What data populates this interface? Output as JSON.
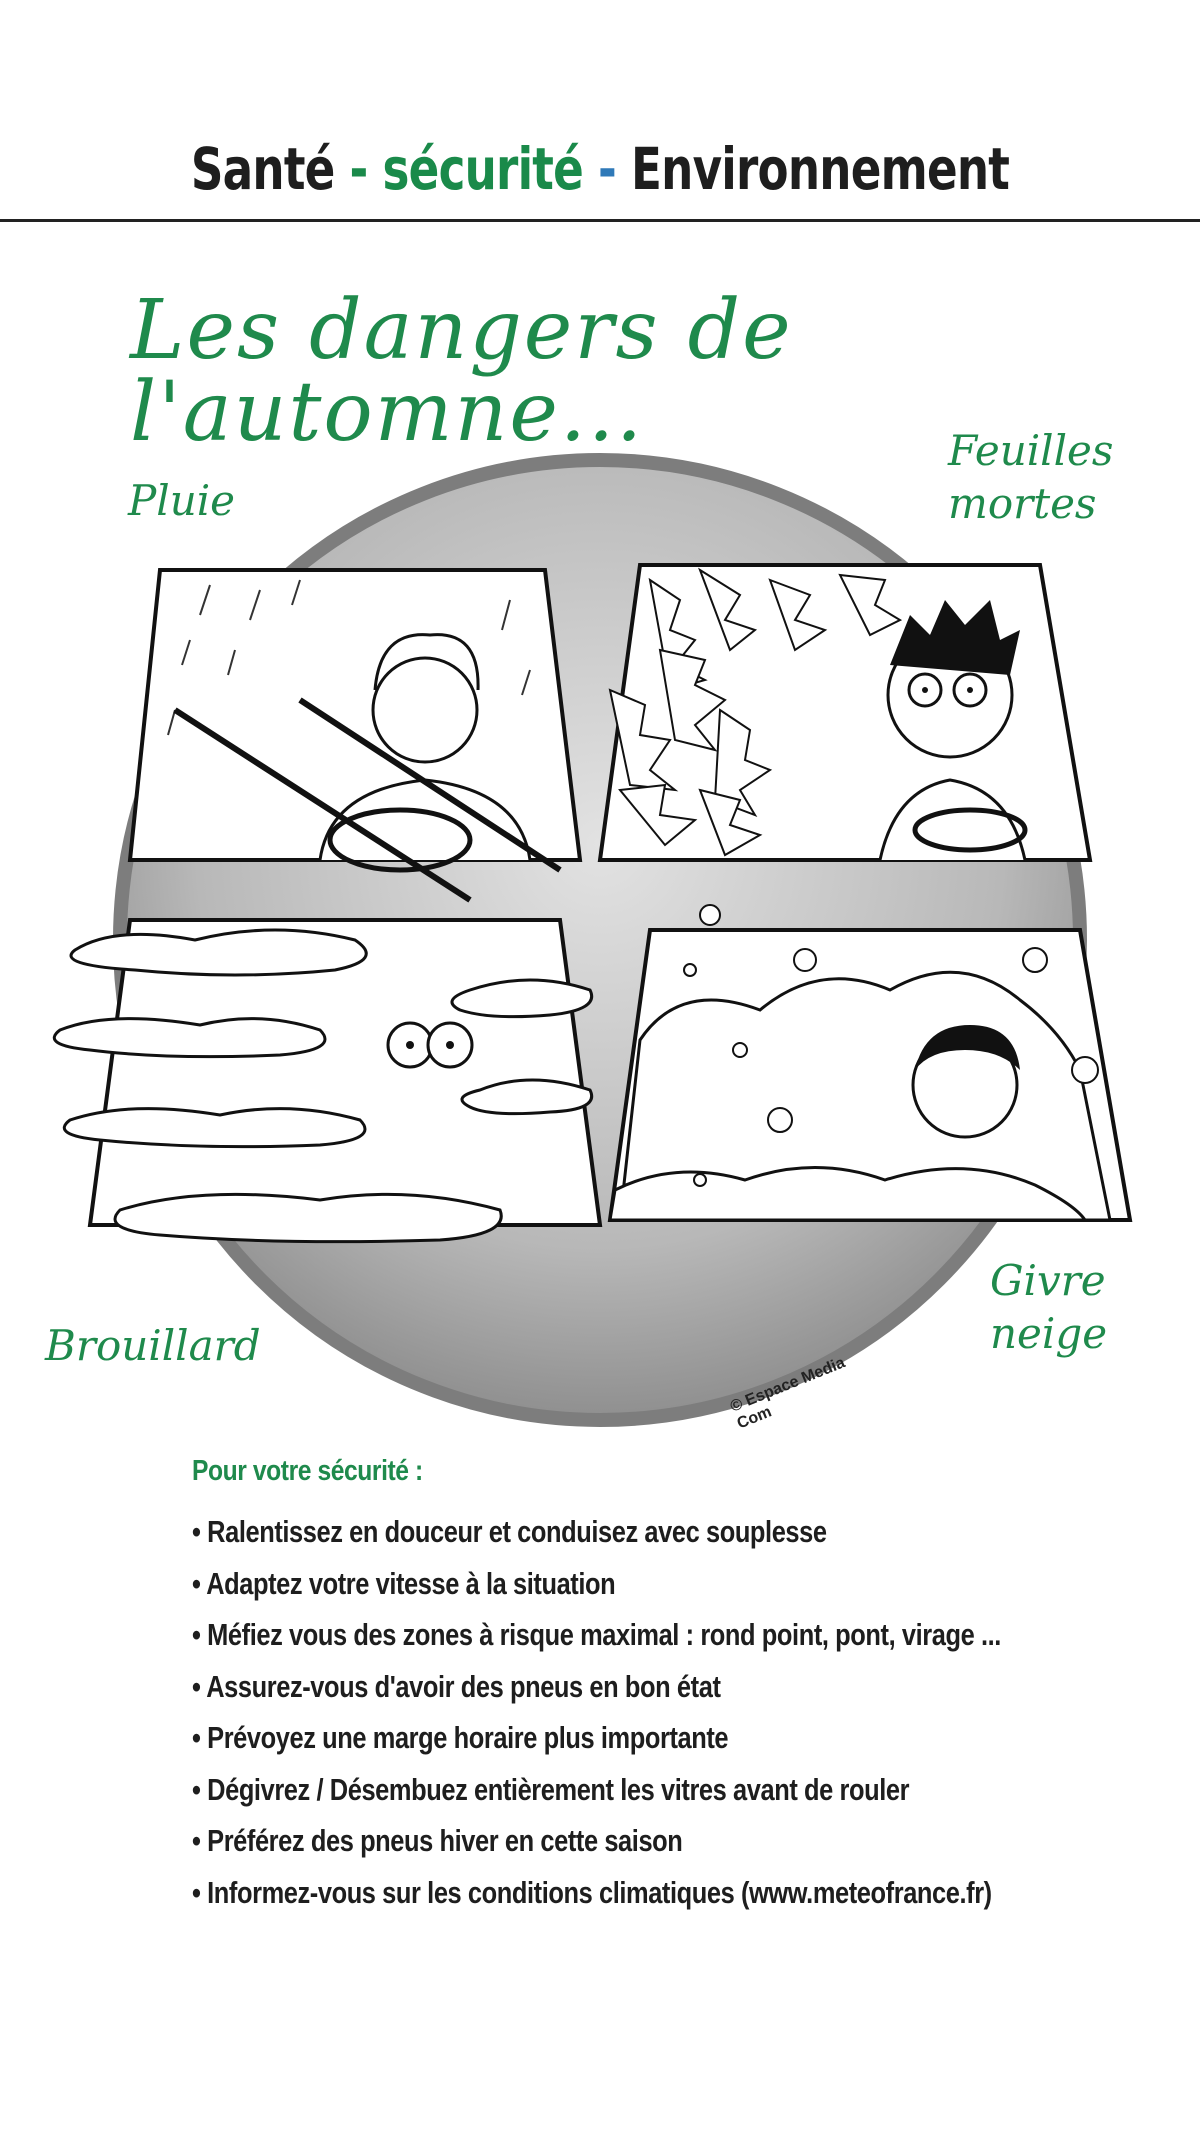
{
  "header": {
    "word1": "Santé",
    "sep1": "-",
    "word2": "sécurité",
    "sep2": "-",
    "word3": "Environnement"
  },
  "poster_title": "Les dangers de l'automne...",
  "labels": {
    "rain": "Pluie",
    "leaves": "Feuilles\nmortes",
    "fog": "Brouillard",
    "frost": "Givre\nneige"
  },
  "copyright": "© Espace Media Com",
  "tips": {
    "heading": "Pour votre sécurité :",
    "items": [
      "Ralentissez en douceur et conduisez avec souplesse",
      "Adaptez votre vitesse à la situation",
      "Méfiez vous des zones à risque maximal : rond point, pont, virage ...",
      "Assurez-vous d'avoir des pneus en bon état",
      "Prévoyez une marge horaire plus importante",
      "Dégivrez / Désembuez entièrement les vitres avant de rouler",
      "Préférez des pneus hiver en cette saison",
      "Informez-vous sur les conditions climatiques (www.meteofrance.fr)"
    ]
  },
  "colors": {
    "green": "#1f8a4c",
    "blue": "#2f79b8",
    "text": "#1e1e1e",
    "circle": "#9a9a9a"
  }
}
